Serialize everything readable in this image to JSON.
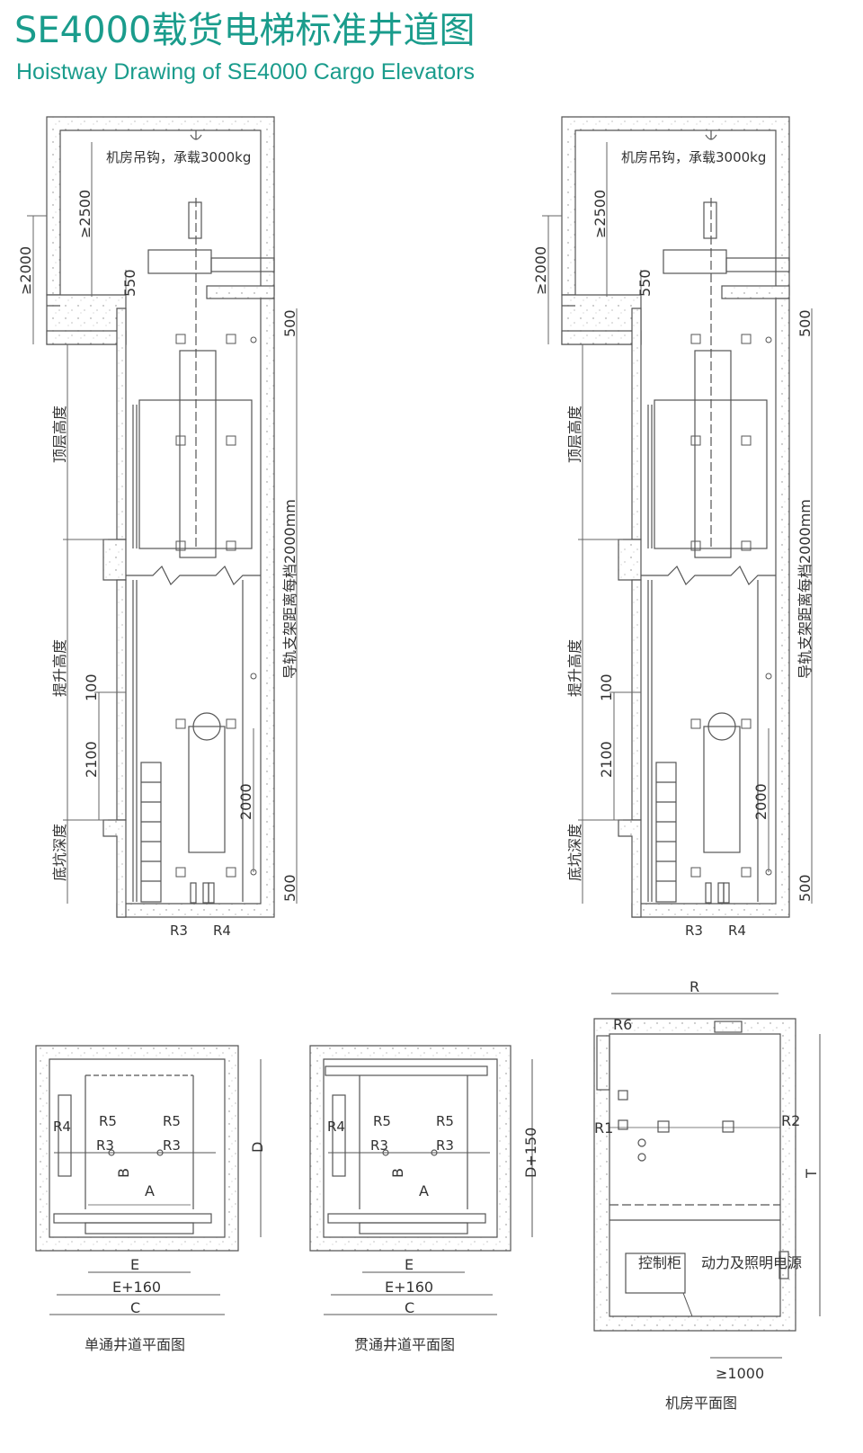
{
  "page": {
    "title_cn": "SE4000载货电梯标准井道图",
    "title_en": "Hoistway Drawing of SE4000 Cargo Elevators",
    "accent_color": "#1a9c8c"
  },
  "elevation": {
    "hook_label": "机房吊钩，承载3000kg",
    "dim_machine_room_height": "≥2500",
    "dim_machine_room_depth": "≥2000",
    "dim_550": "550",
    "dim_top_500": "500",
    "top_floor_height": "顶层高度",
    "travel_height": "提升高度",
    "pit_depth": "底坑深度",
    "guide_rail_bracket": "导轨支架距离每档2000mm",
    "dim_100": "100",
    "dim_2100": "2100",
    "dim_2000": "2000",
    "dim_bottom_500": "500",
    "r3": "R3",
    "r4": "R4"
  },
  "plan_single": {
    "caption": "单通井道平面图",
    "labels": [
      "R4",
      "R5",
      "R5",
      "R3",
      "R3",
      "B",
      "A",
      "E",
      "E+160",
      "C",
      "D"
    ]
  },
  "plan_through": {
    "caption": "贯通井道平面图",
    "labels": [
      "R4",
      "R5",
      "R5",
      "R3",
      "R3",
      "B",
      "A",
      "E",
      "E+160",
      "C",
      "D+150"
    ]
  },
  "plan_machine_room": {
    "caption": "机房平面图",
    "label_r": "R",
    "label_r6": "R6",
    "label_r1": "R1",
    "label_r2": "R2",
    "label_t": "T",
    "control_cabinet": "控制柜",
    "power_lighting": "动力及照明电源",
    "dim_1000": "≥1000"
  }
}
